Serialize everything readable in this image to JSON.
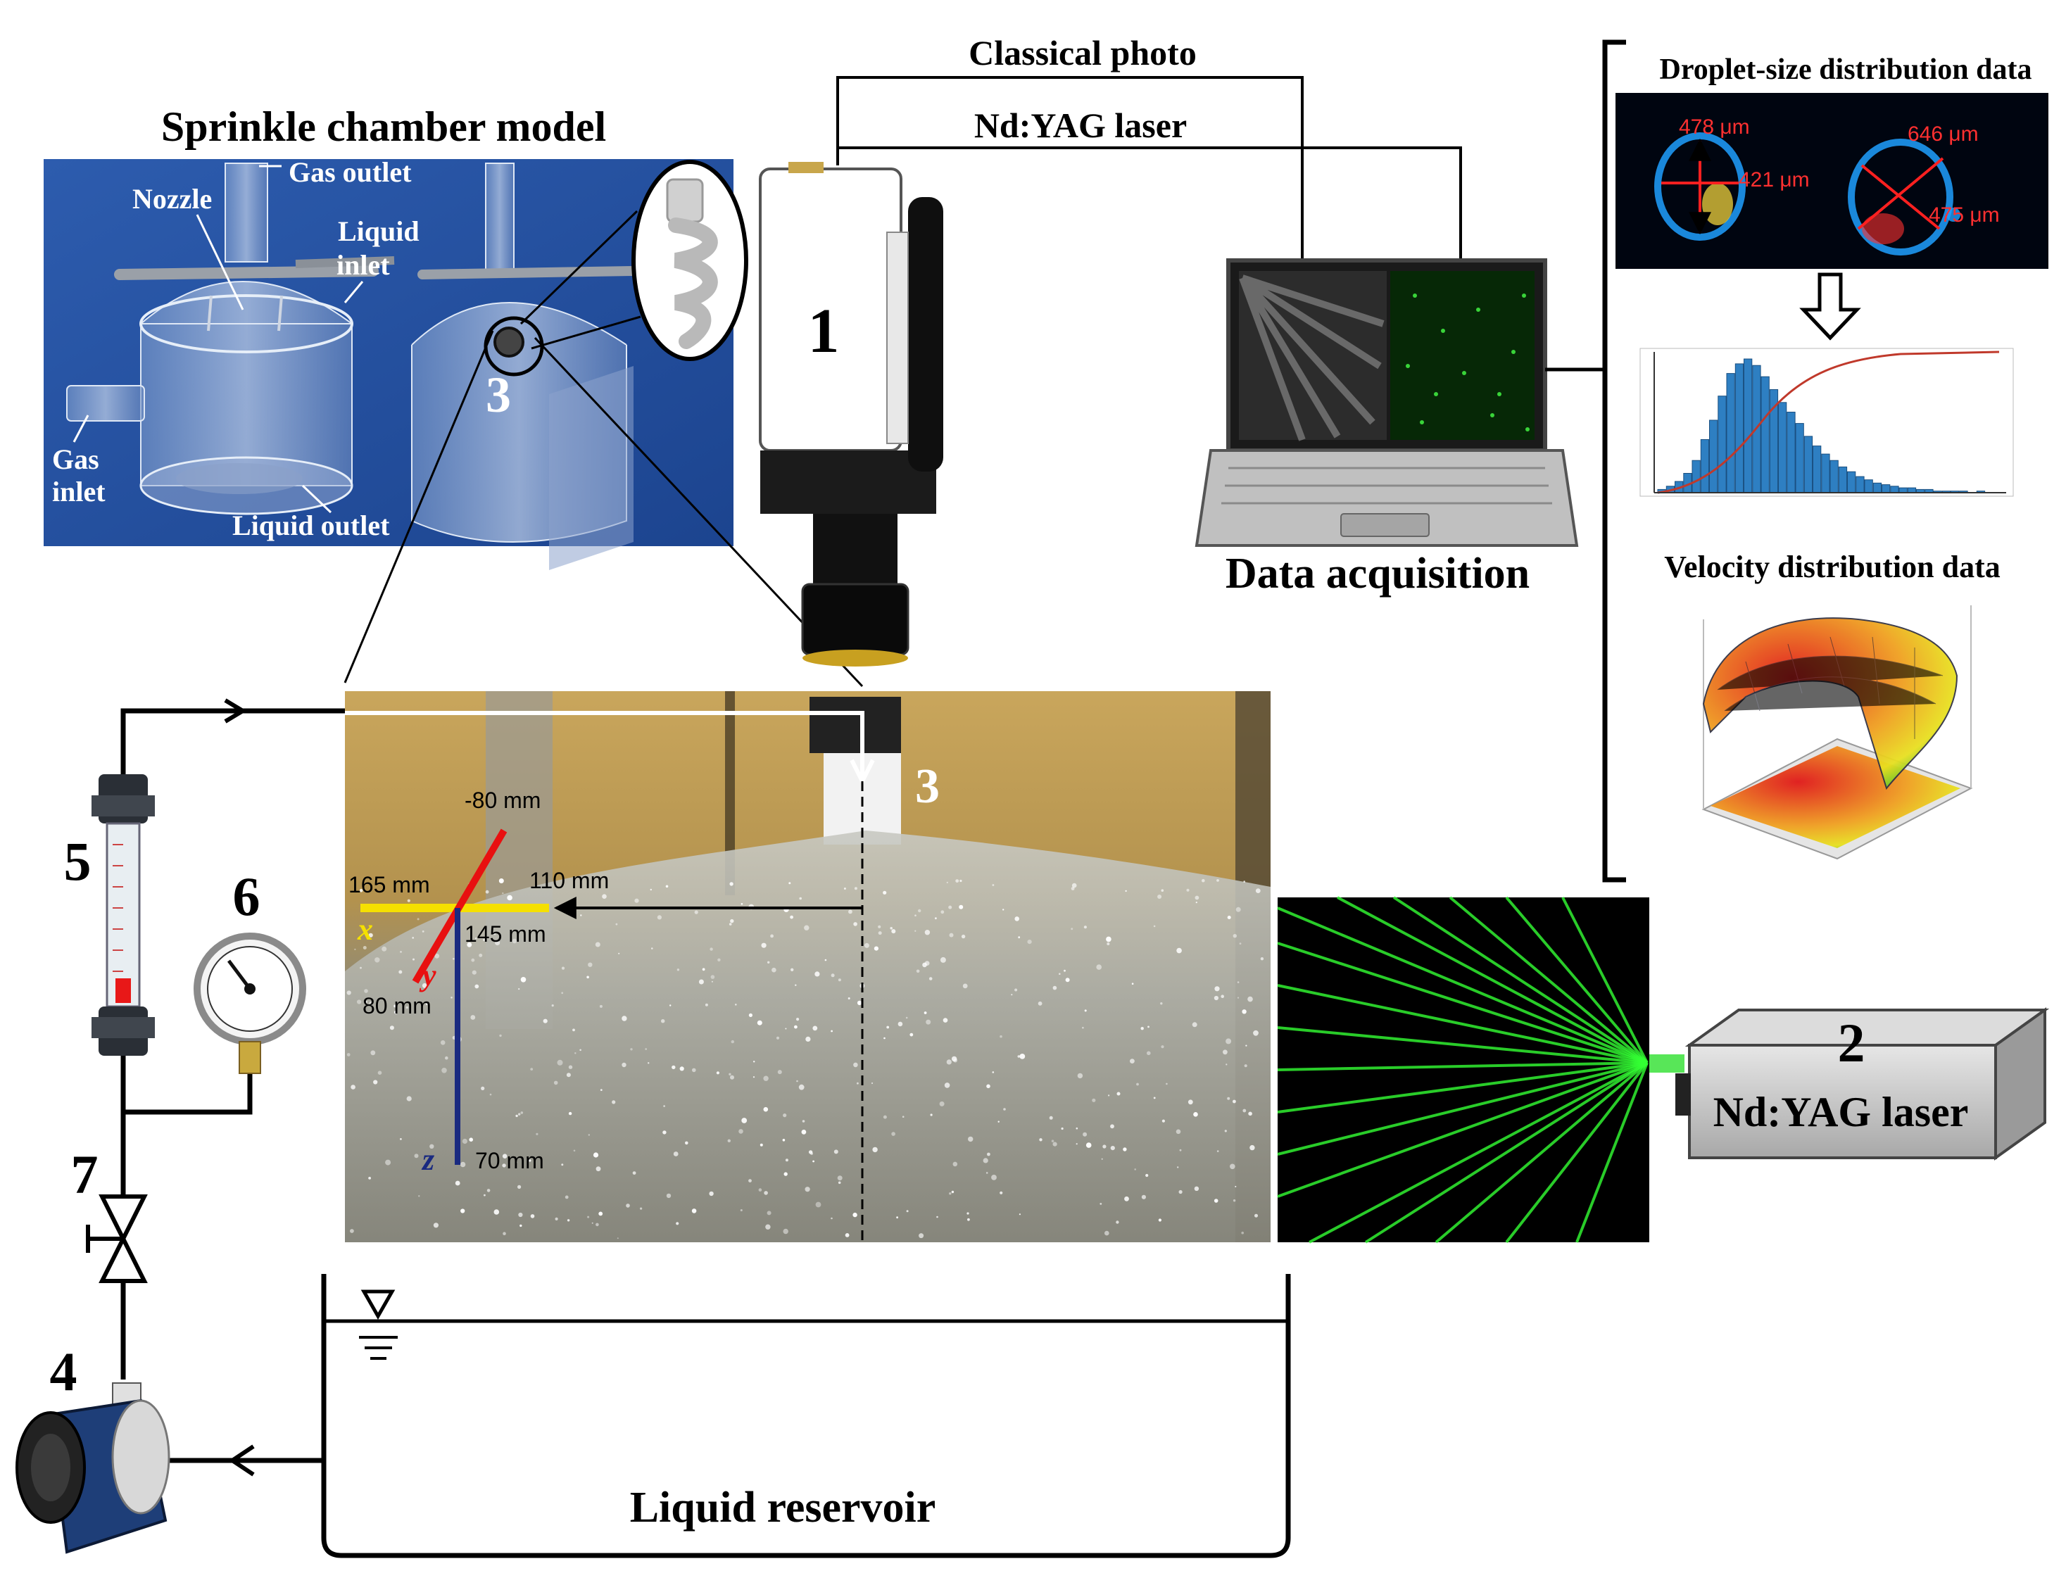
{
  "figure": {
    "sprinkle_chamber": {
      "title": "Sprinkle chamber model",
      "labels": {
        "gas_outlet": "Gas outlet",
        "nozzle": "Nozzle",
        "liquid_inlet_1": "Liquid",
        "liquid_inlet_2": "inlet",
        "gas_inlet_1": "Gas",
        "gas_inlet_2": "inlet",
        "liquid_outlet": "Liquid outlet",
        "nozzle_number": "3"
      }
    },
    "camera": {
      "number": "1",
      "line_labels": {
        "photo": "Classical photo",
        "laser": "Nd:YAG laser"
      }
    },
    "data_acquisition": {
      "title": "Data acquisition"
    },
    "results": {
      "droplet_title": "Droplet-size distribution data",
      "droplet_labels": [
        "478 μm",
        "421 μm",
        "646 μm",
        "475 μm"
      ],
      "velocity_title": "Velocity distribution data",
      "histogram_values": [
        0.2,
        0.4,
        0.7,
        1.2,
        2.0,
        3.3,
        4.5,
        6.0,
        7.4,
        8.0,
        8.3,
        7.9,
        7.2,
        6.4,
        5.6,
        5.0,
        4.3,
        3.5,
        2.9,
        2.4,
        2.0,
        1.6,
        1.3,
        1.0,
        0.8,
        0.6,
        0.5,
        0.4,
        0.3,
        0.3,
        0.2,
        0.2,
        0.1,
        0.1,
        0.1,
        0.1,
        0.0,
        0.1,
        0.0,
        0.0
      ]
    },
    "spray_photo": {
      "nozzle_number": "3",
      "axis_labels": {
        "minus_80": "-80 mm",
        "x165": "165 mm",
        "x110": "110 mm",
        "x145": "145 mm",
        "y80": "80 mm",
        "z70": "70 mm",
        "x_axis": "x",
        "y_axis": "y",
        "z_axis": "z"
      },
      "colors": {
        "x_axis": "#f5e000",
        "y_axis": "#e81010",
        "z_axis": "#1a2a80"
      }
    },
    "laser": {
      "number": "2",
      "label": "Nd:YAG laser"
    },
    "circuit": {
      "rotameter_number": "5",
      "gauge_number": "6",
      "valve_number": "7",
      "pump_number": "4",
      "reservoir_label": "Liquid reservoir"
    }
  }
}
